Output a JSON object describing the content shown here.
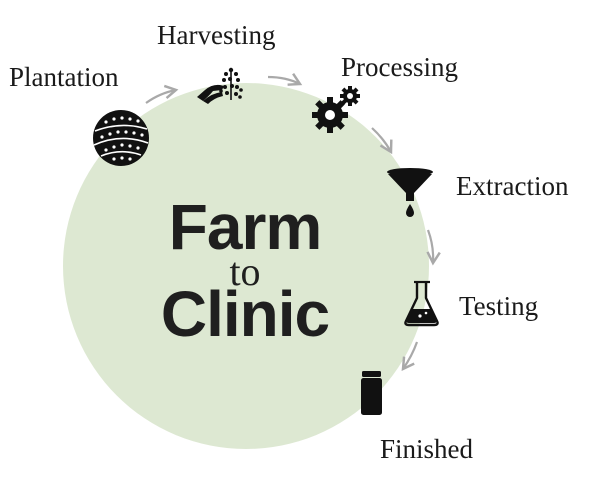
{
  "title": {
    "line1": "Farm",
    "line2": "to",
    "line3": "Clinic"
  },
  "steps": [
    {
      "label": "Plantation",
      "icon": "field-icon"
    },
    {
      "label": "Harvesting",
      "icon": "hand-plant-icon"
    },
    {
      "label": "Processing",
      "icon": "gears-icon"
    },
    {
      "label": "Extraction",
      "icon": "funnel-icon"
    },
    {
      "label": "Testing",
      "icon": "flask-icon"
    },
    {
      "label": "Finished",
      "icon": "bottle-icon"
    }
  ],
  "colors": {
    "circle": "#dde8d2",
    "icon": "#111111",
    "arrow": "#a9a9a9",
    "text": "#1a1a1a"
  }
}
